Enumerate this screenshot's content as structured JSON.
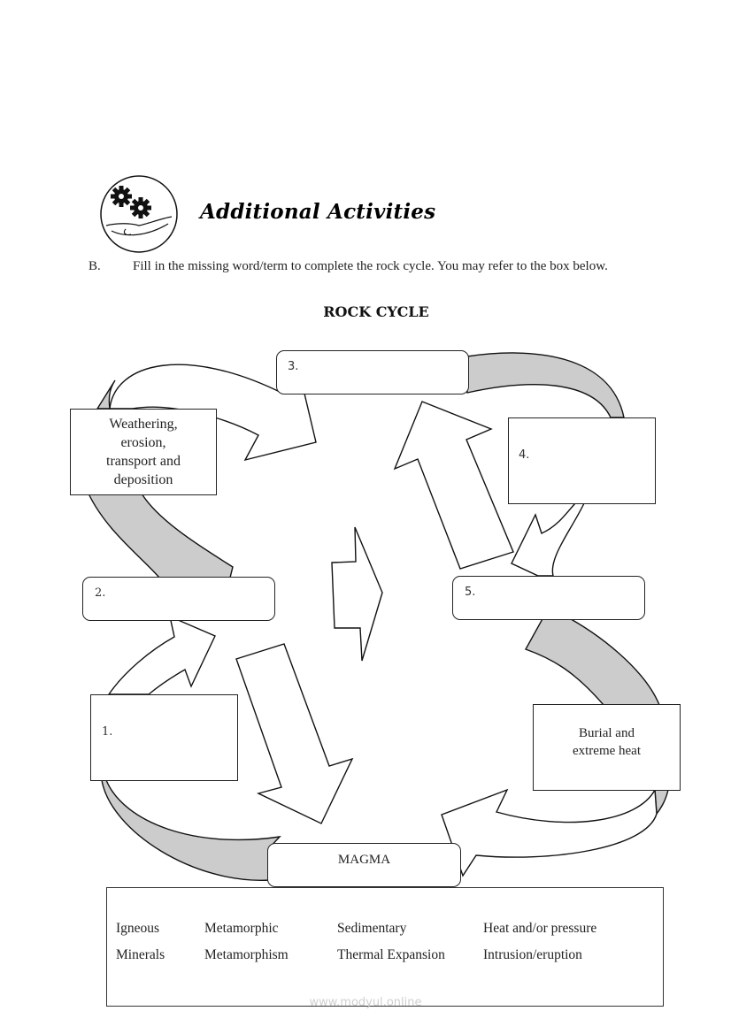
{
  "header": {
    "icon": "gears-in-hand-icon",
    "title": "Additional Activities"
  },
  "instructions": {
    "letter": "B.",
    "text": "Fill in the missing word/term to complete the rock cycle. You may refer to the box below."
  },
  "diagram": {
    "title": "ROCK CYCLE",
    "blanks": [
      {
        "label": "1."
      },
      {
        "label": "2."
      },
      {
        "label": "3."
      },
      {
        "label": "4."
      },
      {
        "label": "5."
      }
    ],
    "given": {
      "weathering": [
        "Weathering,",
        "erosion,",
        "transport and",
        "deposition"
      ],
      "burial": [
        "Burial and",
        "extreme heat"
      ],
      "magma": "MAGMA"
    },
    "colors": {
      "shaded_arrow": "#cccccc",
      "outline": "#111111"
    }
  },
  "word_bank": {
    "rows": [
      [
        "Igneous",
        "Metamorphic",
        "Sedimentary",
        "Heat and/or pressure"
      ],
      [
        "Minerals",
        "Metamorphism",
        "Thermal Expansion",
        "Intrusion/eruption"
      ]
    ]
  },
  "watermark": "www.modyul.online"
}
